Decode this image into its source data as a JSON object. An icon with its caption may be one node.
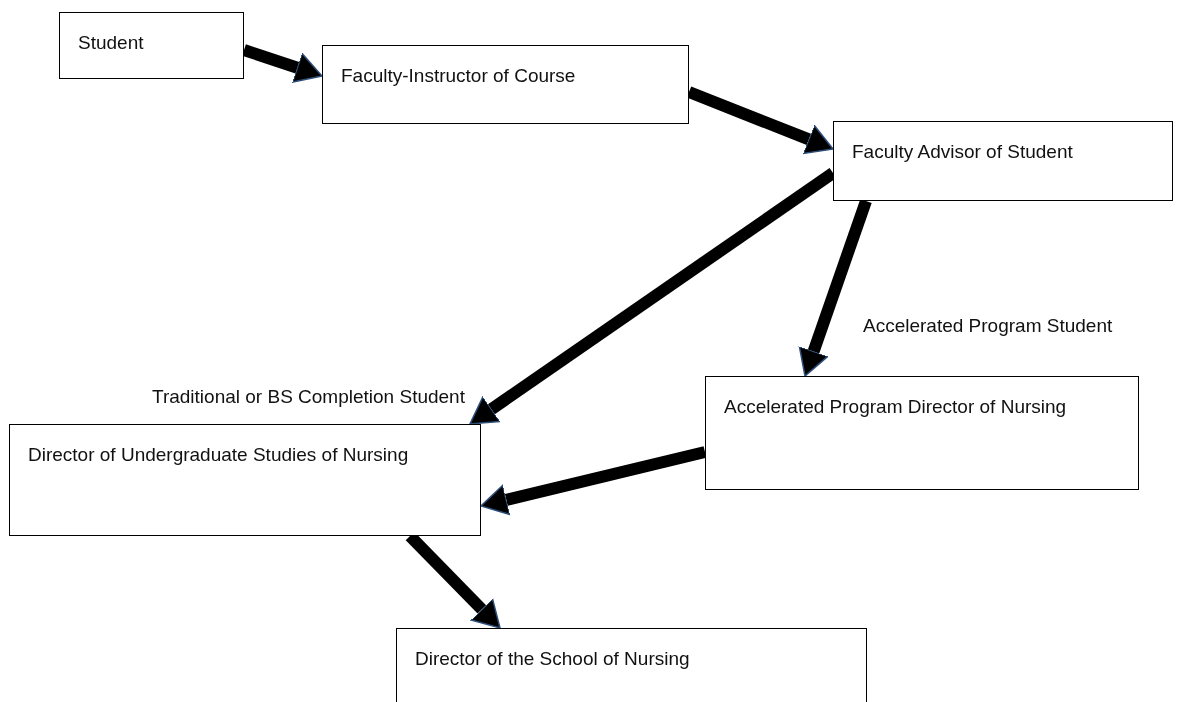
{
  "diagram": {
    "nodes": [
      {
        "text": [
          "Student"
        ]
      },
      {
        "text": [
          "Faculty-Instructor of Course"
        ]
      },
      {
        "text": [
          "Faculty Advisor of Student"
        ]
      },
      {
        "text": [
          "Director of Undergraduate Studies of Nursing"
        ]
      },
      {
        "text": [
          "Accelerated Program Director of Nursing"
        ]
      },
      {
        "text": [
          "Director of the School of Nursing"
        ]
      }
    ],
    "edges": [
      {
        "from": 0,
        "to": 1,
        "arrow": "to"
      },
      {
        "from": 1,
        "to": 2,
        "arrow": "to"
      },
      {
        "from": 2,
        "to": 3,
        "arrow": "to",
        "label": "Traditional or BS Completion Student"
      },
      {
        "from": 2,
        "to": 4,
        "arrow": "to",
        "label": "Accelerated Program Student"
      },
      {
        "from": 4,
        "to": 3,
        "arrow": "to"
      },
      {
        "from": 3,
        "to": 5,
        "arrow": "to"
      }
    ]
  }
}
